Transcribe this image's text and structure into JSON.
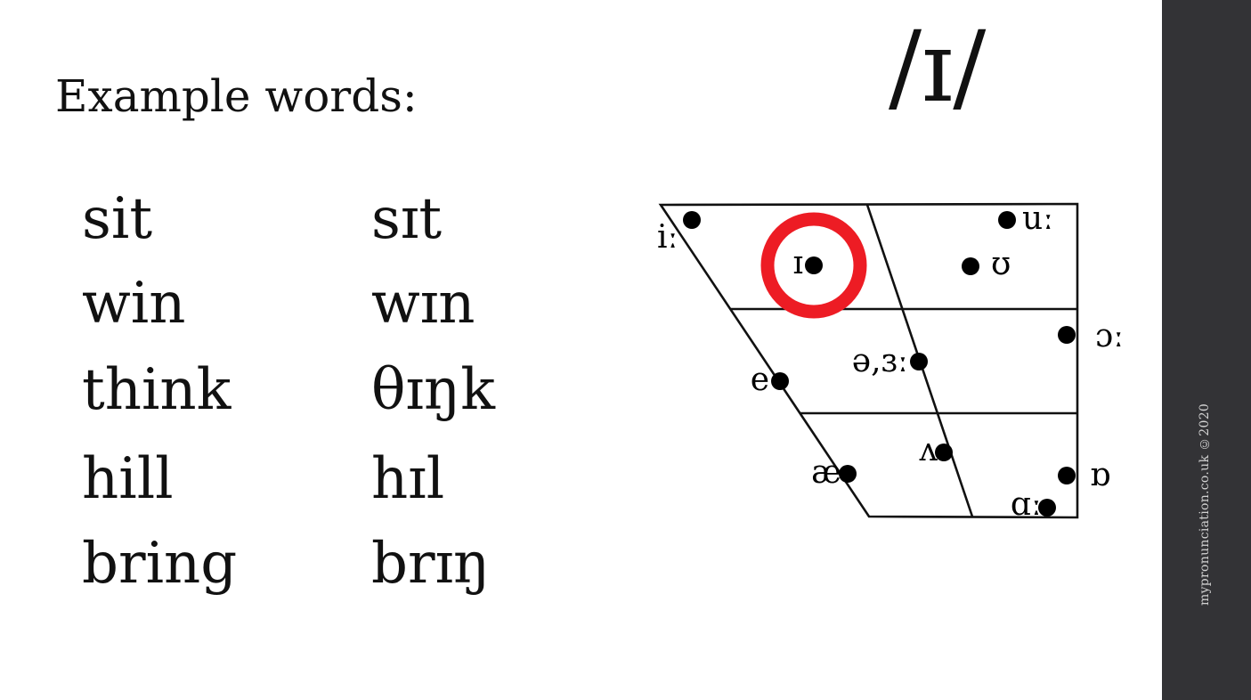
{
  "heading": "Example words:",
  "phoneme_title": "/ɪ/",
  "words": {
    "rows": [
      {
        "word": "sit",
        "ipa": "sɪt"
      },
      {
        "word": "win",
        "ipa": "wɪn"
      },
      {
        "word": "think",
        "ipa": "θɪŋk"
      },
      {
        "word": "hill",
        "ipa": "hɪl"
      },
      {
        "word": "bring",
        "ipa": "brɪŋ"
      }
    ]
  },
  "vowel_chart": {
    "highlighted_symbol": "ɪ",
    "highlight_color": "#ed1c24",
    "ring_radius": 52,
    "ring_stroke_width": 15,
    "dot_radius": 10,
    "line_color": "#111111",
    "vowels": [
      {
        "symbol": "iː",
        "dot": [
          777,
          247
        ],
        "label": [
          738,
          278
        ],
        "anchor": "start"
      },
      {
        "symbol": "ɪ",
        "dot": [
          914,
          298
        ],
        "label": [
          902,
          307
        ],
        "anchor": "end",
        "highlighted": true
      },
      {
        "symbol": "uː",
        "dot": [
          1131,
          247
        ],
        "label": [
          1148,
          257
        ],
        "anchor": "start"
      },
      {
        "symbol": "ʊ",
        "dot": [
          1090,
          299
        ],
        "label": [
          1113,
          308
        ],
        "anchor": "start"
      },
      {
        "symbol": "ɔː",
        "dot": [
          1198,
          376
        ],
        "label": [
          1230,
          389
        ],
        "anchor": "start"
      },
      {
        "symbol": "ə,ɜː",
        "dot": [
          1032,
          406
        ],
        "label": [
          1020,
          417
        ],
        "anchor": "end"
      },
      {
        "symbol": "e",
        "dot": [
          876,
          428
        ],
        "label": [
          864,
          438
        ],
        "anchor": "end"
      },
      {
        "symbol": "ʌ",
        "dot": [
          1060,
          508
        ],
        "label": [
          1053,
          517
        ],
        "anchor": "end"
      },
      {
        "symbol": "æ",
        "dot": [
          952,
          532
        ],
        "label": [
          945,
          542
        ],
        "anchor": "end"
      },
      {
        "symbol": "ɒ",
        "dot": [
          1198,
          534
        ],
        "label": [
          1224,
          545
        ],
        "anchor": "start"
      },
      {
        "symbol": "ɑː",
        "dot": [
          1176,
          570
        ],
        "label": [
          1170,
          578
        ],
        "anchor": "end"
      }
    ]
  },
  "sidebar": {
    "watermark": "mypronunciation.co.uk ©2020",
    "background_color": "#333336",
    "text_color": "#d2d2d2"
  }
}
